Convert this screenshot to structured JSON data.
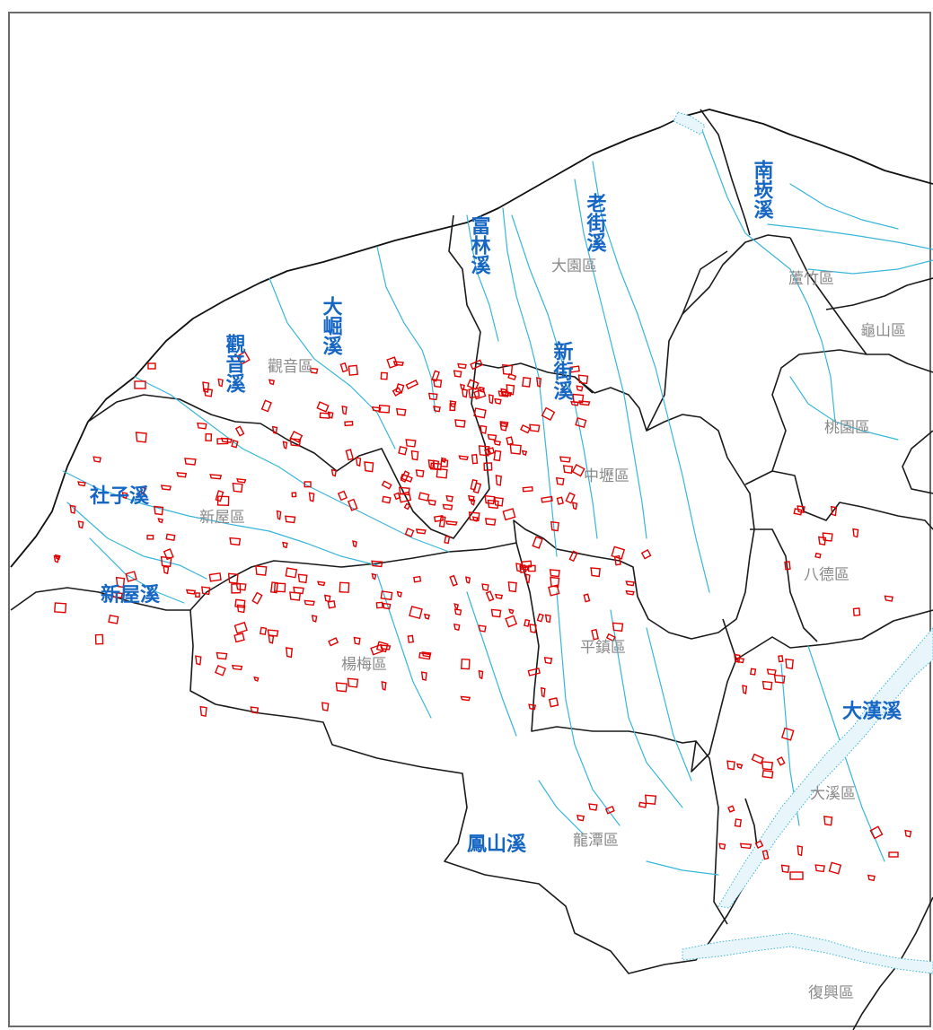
{
  "colors": {
    "river_label": "#1666c4",
    "district_label": "#8a8a8a",
    "river_line": "#38b6d9",
    "pond_outline": "#e00000",
    "boundary_line": "#1a1a1a"
  },
  "rivers": {
    "nankan": "南崁溪",
    "laojie": "老街溪",
    "fulin": "富林溪",
    "dajue": "大崛溪",
    "guanyin": "觀音溪",
    "xinjie": "新街溪",
    "shezi": "社子溪",
    "xinwu": "新屋溪",
    "dahan": "大漢溪",
    "fengshan": "鳳山溪"
  },
  "districts": {
    "dayuan": "大園區",
    "luzhu": "蘆竹區",
    "guishan": "龜山區",
    "guanyin": "觀音區",
    "taoyuan": "桃園區",
    "zhongli": "中壢區",
    "xinwu": "新屋區",
    "bade": "八德區",
    "pingzhen": "平鎮區",
    "yangmei": "楊梅區",
    "daxi": "大溪區",
    "longtan": "龍潭區",
    "fuxing": "復興區"
  }
}
